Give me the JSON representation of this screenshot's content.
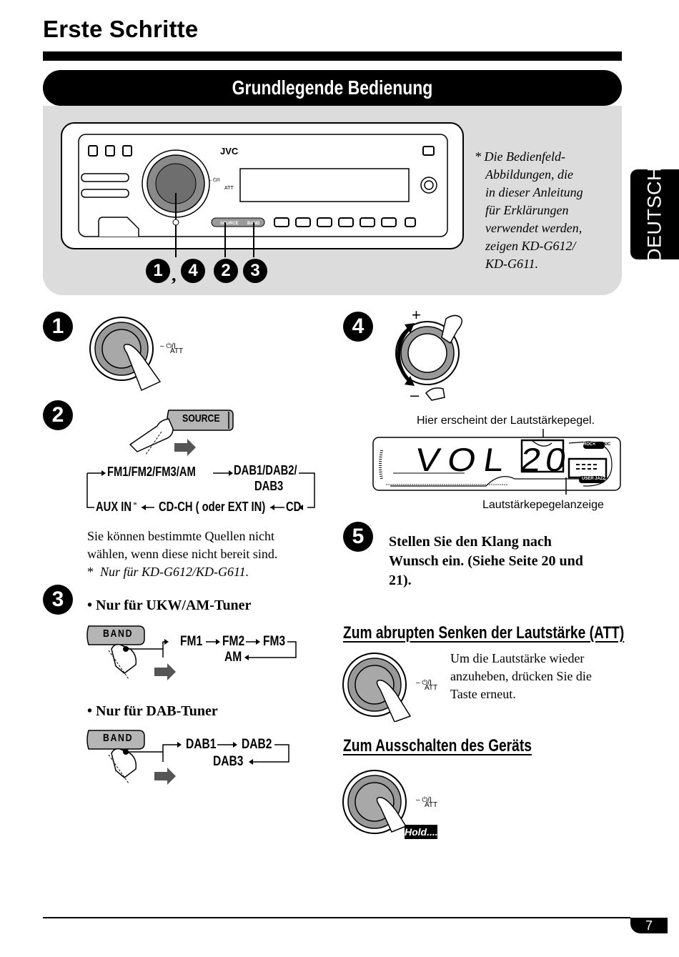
{
  "header": {
    "title": "Erste Schritte",
    "section_title": "Grundlegende Bedienung",
    "language_tab": "DEUTSCH"
  },
  "panel": {
    "brand": "JVC",
    "source_key": "SOURCE",
    "band_key": "BAND",
    "att_label": "ATT",
    "callout_1": "1",
    "callout_comma": ",",
    "callout_4": "4",
    "callout_2": "2",
    "callout_3": "3",
    "note_lines": [
      "* Die Bedienfeld-",
      "Abbildungen, die",
      "in dieser Anleitung",
      "für Erklärungen",
      "verwendet werden,",
      "zeigen KD-G612/",
      "KD-G611."
    ]
  },
  "steps": {
    "s1": {
      "num": "1",
      "att": "ATT"
    },
    "s2": {
      "num": "2",
      "button": "SOURCE",
      "flow_top": "FM1/FM2/FM3/AM",
      "flow_dab": "DAB1/DAB2/",
      "flow_dab3": "DAB3",
      "flow_aux": "AUX IN",
      "flow_aux_star": "*",
      "flow_cdch": "CD-CH ( oder EXT IN)",
      "flow_cd": "CD",
      "text_1": "Sie können bestimmte Quellen nicht",
      "text_2": "wählen, wenn diese nicht bereit sind.",
      "footnote_star": "*",
      "footnote": "Nur für KD-G612/KD-G611."
    },
    "s3": {
      "num": "3",
      "bullet_1": "Nur für UKW/AM-Tuner",
      "band_1": "BAND",
      "fm1": "FM1",
      "fm2": "FM2",
      "fm3": "FM3",
      "am": "AM",
      "bullet_2": "Nur für DAB-Tuner",
      "band_2": "BAND",
      "dab1": "DAB1",
      "dab2": "DAB2",
      "dab3": "DAB3"
    },
    "s4": {
      "num": "4",
      "plus": "+",
      "minus": "–",
      "caption_top": "Hier erscheint der Lautstärkepegel.",
      "lcd_text": "VOL",
      "lcd_value": "20",
      "lcd_rock": "ROCK",
      "lcd_classic": "CLASSIC",
      "lcd_user": "USER",
      "lcd_jazz": "JAZZ",
      "caption_bottom": "Lautstärkepegelanzeige"
    },
    "s5": {
      "num": "5",
      "text_1": "Stellen Sie den Klang nach",
      "text_2": "Wunsch ein. (Siehe Seite 20 und",
      "text_3": "21)."
    }
  },
  "att_section": {
    "heading": "Zum abrupten Senken der Lautstärke (ATT)",
    "text_1": "Um die Lautstärke wieder",
    "text_2": "anzuheben, drücken Sie die",
    "text_3": "Taste erneut.",
    "att": "ATT"
  },
  "off_section": {
    "heading": "Zum Ausschalten des Geräts",
    "att": "ATT",
    "hold": "Hold...."
  },
  "footer": {
    "page_number": "7"
  }
}
